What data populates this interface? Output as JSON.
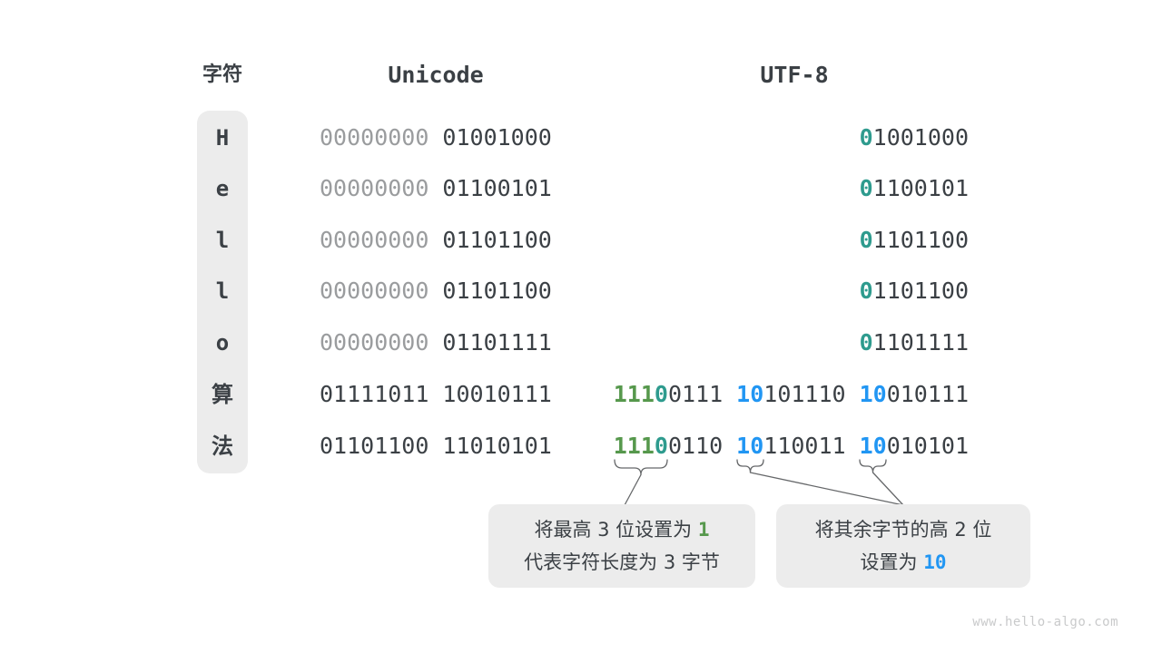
{
  "headers": {
    "char": "字符",
    "unicode": "Unicode",
    "utf8": "UTF-8"
  },
  "colors": {
    "accent_green": "#56984C",
    "accent_teal": "#2E9B8E",
    "accent_blue": "#2196F3",
    "text_dark": "#3B4045",
    "text_gray": "#9A9C9E",
    "panel_bg": "#ECECEC"
  },
  "rows": [
    {
      "char": "H",
      "unicode": {
        "high": "00000000",
        "low": "01001000"
      },
      "utf8": [
        {
          "p": "0",
          "rest": "1001000"
        }
      ]
    },
    {
      "char": "e",
      "unicode": {
        "high": "00000000",
        "low": "01100101"
      },
      "utf8": [
        {
          "p": "0",
          "rest": "1100101"
        }
      ]
    },
    {
      "char": "l",
      "unicode": {
        "high": "00000000",
        "low": "01101100"
      },
      "utf8": [
        {
          "p": "0",
          "rest": "1101100"
        }
      ]
    },
    {
      "char": "l",
      "unicode": {
        "high": "00000000",
        "low": "01101100"
      },
      "utf8": [
        {
          "p": "0",
          "rest": "1101100"
        }
      ]
    },
    {
      "char": "o",
      "unicode": {
        "high": "00000000",
        "low": "01101111"
      },
      "utf8": [
        {
          "p": "0",
          "rest": "1101111"
        }
      ]
    },
    {
      "char": "算",
      "unicode": {
        "high": "01111011",
        "low": "10010111"
      },
      "utf8": [
        {
          "p1": "111",
          "p2": "0",
          "rest": "0111"
        },
        {
          "p": "10",
          "rest": "101110"
        },
        {
          "p": "10",
          "rest": "010111"
        }
      ]
    },
    {
      "char": "法",
      "unicode": {
        "high": "01101100",
        "low": "11010101"
      },
      "utf8": [
        {
          "p1": "111",
          "p2": "0",
          "rest": "0110"
        },
        {
          "p": "10",
          "rest": "110011"
        },
        {
          "p": "10",
          "rest": "010101"
        }
      ]
    }
  ],
  "callouts": {
    "left": {
      "line1_text": "将最高 3 位设置为 ",
      "line1_value": "1",
      "line2": "代表字符长度为 3 字节"
    },
    "right": {
      "line1": "将其余字节的高 2 位",
      "line2_text": "设置为 ",
      "line2_value": "10"
    }
  },
  "watermark": "www.hello-algo.com"
}
